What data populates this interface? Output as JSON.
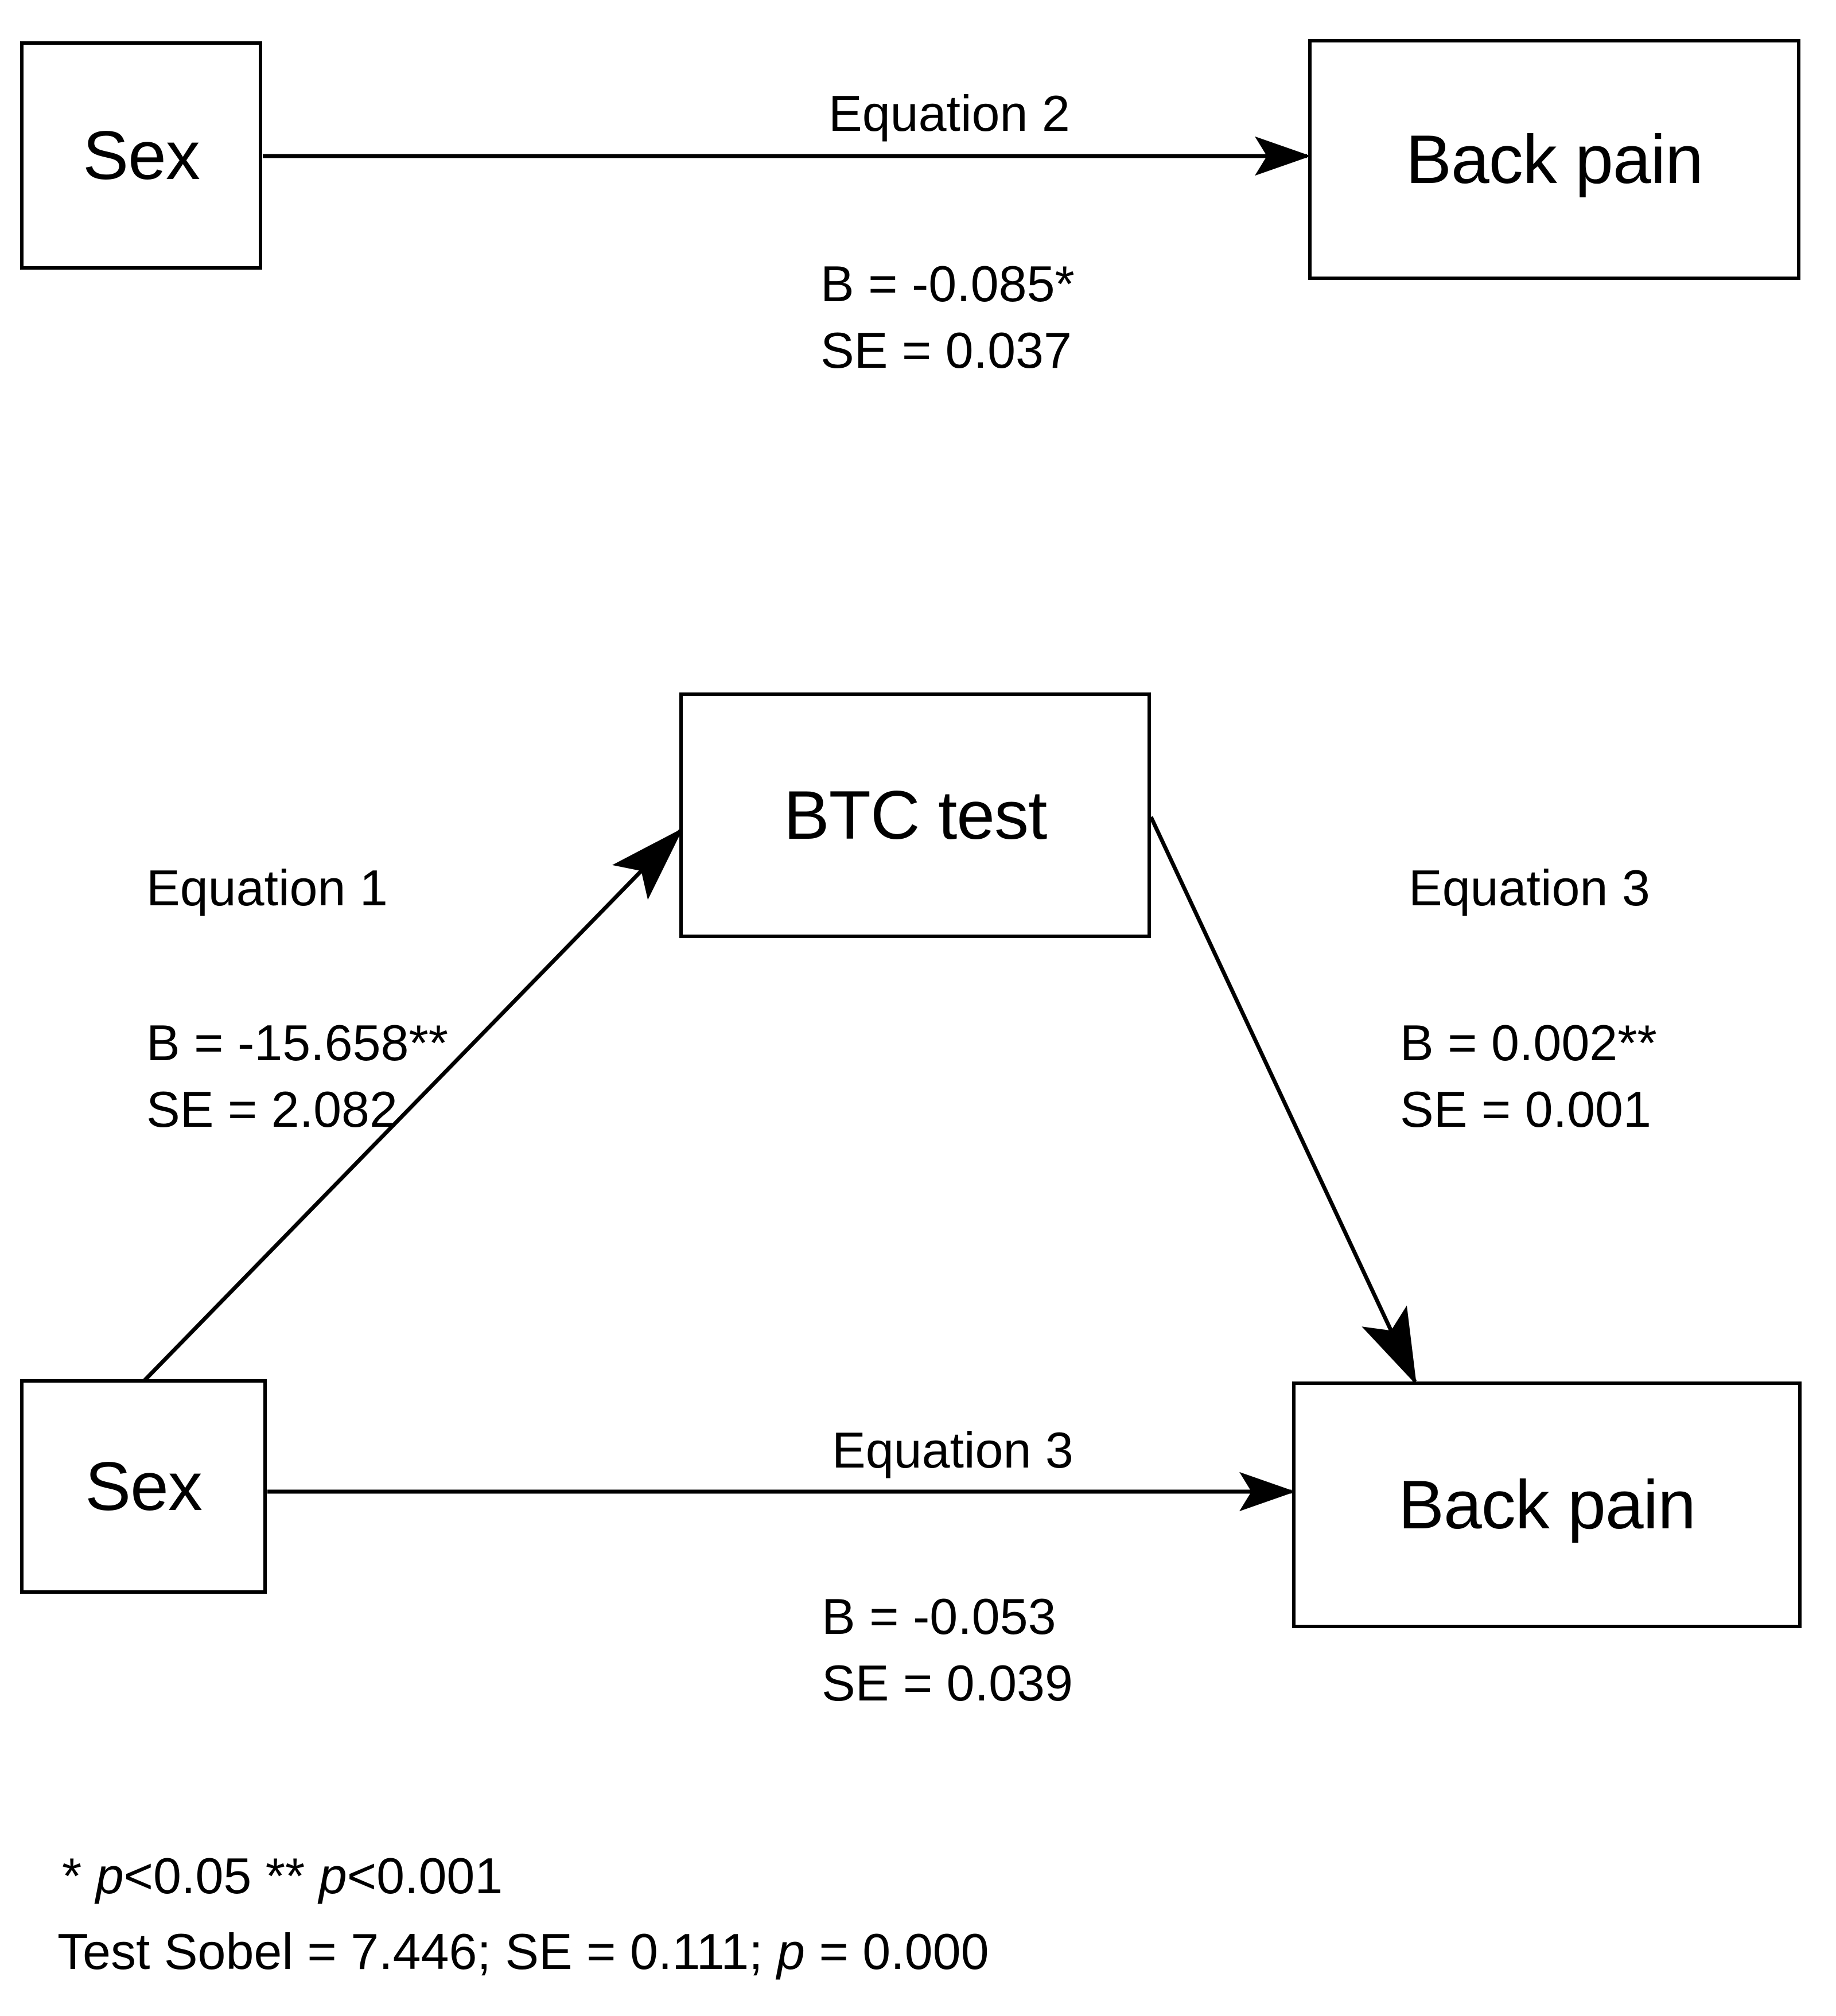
{
  "figure": {
    "type": "mediation-path-diagram",
    "nodes": {
      "top_predictor": "Sex",
      "top_outcome": "Back pain",
      "mediator": "BTC test",
      "bottom_predictor": "Sex",
      "bottom_outcome": "Back pain"
    },
    "paths": {
      "total_effect": {
        "equation_label": "Equation 2",
        "coefficient": "B = -0.085*",
        "standard_error": "SE = 0.037",
        "from": "Sex",
        "to": "Back pain"
      },
      "a_path": {
        "equation_label": "Equation 1",
        "coefficient": "B = -15.658**",
        "standard_error": "SE = 2.082",
        "from": "Sex",
        "to": "BTC test"
      },
      "b_path": {
        "equation_label": "Equation 3",
        "coefficient": "B = 0.002**",
        "standard_error": "SE = 0.001",
        "from": "BTC test",
        "to": "Back pain"
      },
      "direct_effect": {
        "equation_label": "Equation 3",
        "coefficient": "B = -0.053",
        "standard_error": "SE = 0.039",
        "from": "Sex",
        "to": "Back pain"
      }
    },
    "footnotes": {
      "significance_star": "* ",
      "significance_star_p": "p",
      "significance_star_value": "<0.05  ",
      "significance_dstar": "** ",
      "significance_dstar_p": "p",
      "significance_dstar_value": "<0.001",
      "sobel_prefix": "Test Sobel = 7.446; SE = 0.111; ",
      "sobel_p": "p",
      "sobel_suffix": " = 0.000"
    },
    "colors": {
      "stroke": "#000000",
      "background": "#ffffff"
    }
  },
  "chart_data": {
    "type": "diagram",
    "title": "",
    "nodes": [
      "Sex",
      "Back pain",
      "BTC test"
    ],
    "edges": [
      {
        "from": "Sex",
        "to": "Back pain",
        "label": "Equation 2",
        "B": -0.085,
        "SE": 0.037,
        "sig": "*"
      },
      {
        "from": "Sex",
        "to": "BTC test",
        "label": "Equation 1",
        "B": -15.658,
        "SE": 2.082,
        "sig": "**"
      },
      {
        "from": "BTC test",
        "to": "Back pain",
        "label": "Equation 3",
        "B": 0.002,
        "SE": 0.001,
        "sig": "**"
      },
      {
        "from": "Sex",
        "to": "Back pain",
        "label": "Equation 3",
        "B": -0.053,
        "SE": 0.039,
        "sig": ""
      }
    ],
    "sobel": {
      "z": 7.446,
      "SE": 0.111,
      "p": 0.0
    }
  }
}
